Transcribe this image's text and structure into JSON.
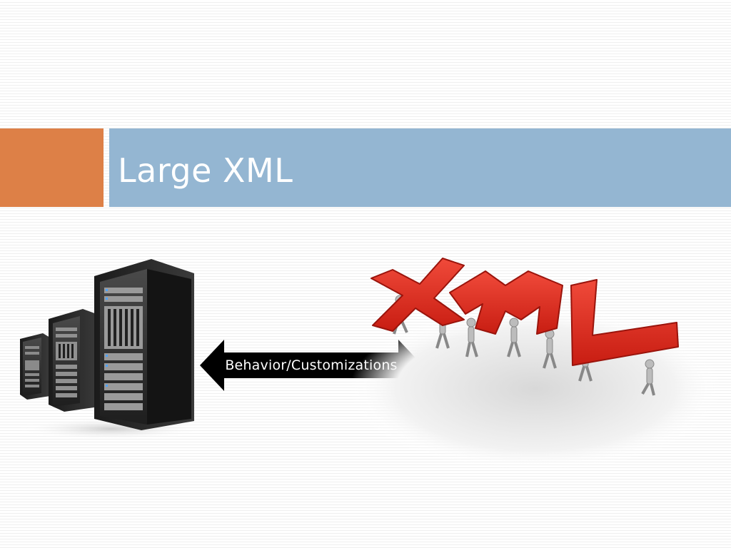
{
  "slide": {
    "title": "Large XML",
    "accent_color": "#dd8047",
    "title_bar_color": "#94b6d2"
  },
  "arrow": {
    "label": "Behavior/Customizations",
    "fill_color": "#000000"
  },
  "illustrations": {
    "left": "server-racks-illustration",
    "right": "xml-letters-carried-by-figures-illustration",
    "xml_word": "XML",
    "xml_color": "#e02b1f"
  }
}
